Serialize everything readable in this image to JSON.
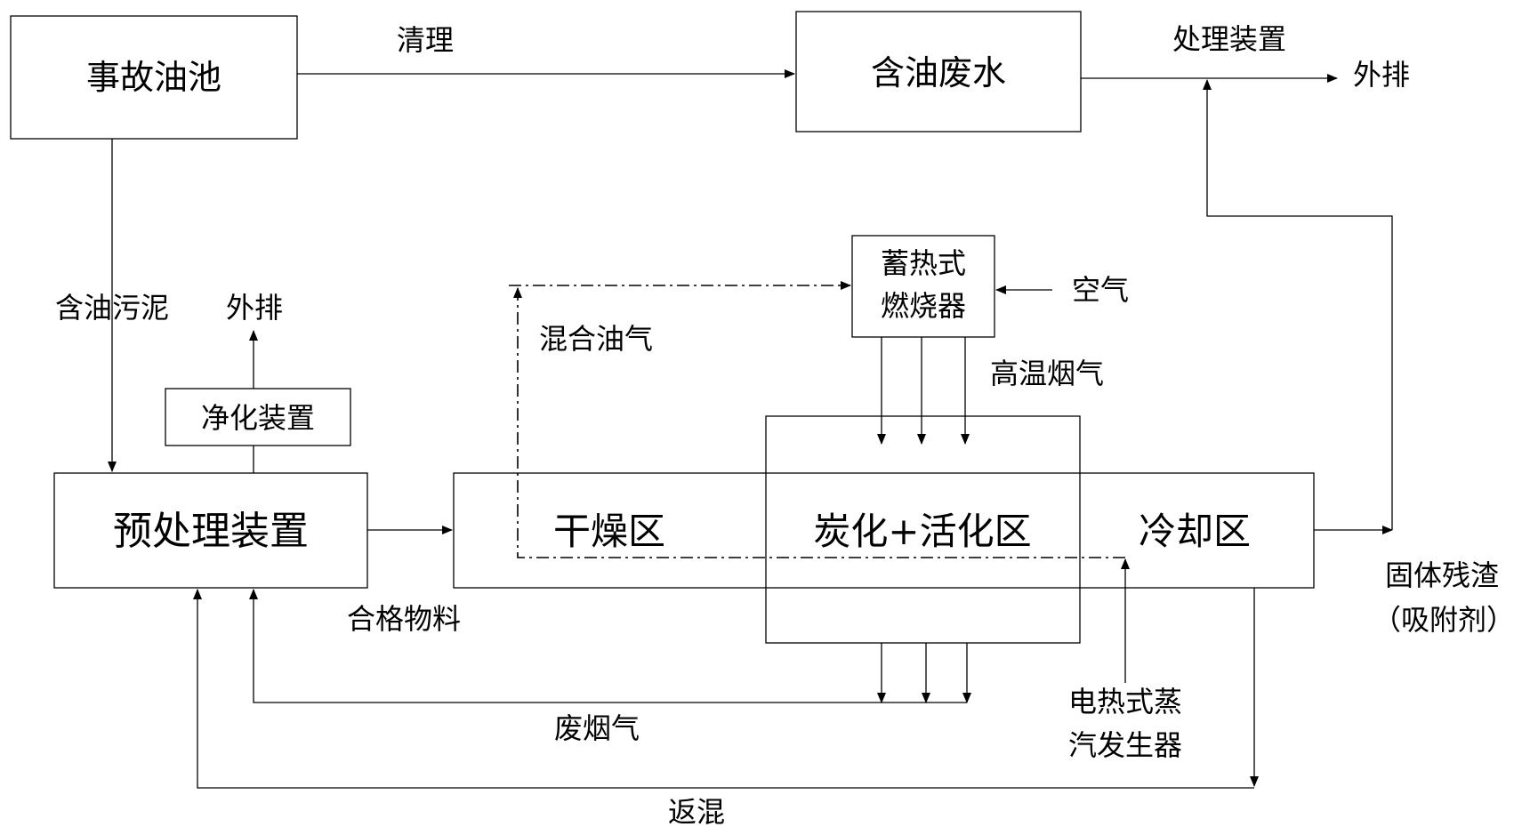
{
  "boxes": {
    "accident_pool": "事故油池",
    "oily_wastewater": "含油废水",
    "regenerative_burner_line1": "蓄热式",
    "regenerative_burner_line2": "燃烧器",
    "purification_device": "净化装置",
    "pretreatment_device": "预处理装置",
    "drying_zone": "干燥区",
    "carbonization_activation_zone": "炭化+活化区",
    "cooling_zone": "冷却区"
  },
  "labels": {
    "clean": "清理",
    "treatment_device": "处理装置",
    "discharge_top": "外排",
    "oily_sludge": "含油污泥",
    "discharge_left": "外排",
    "mixed_oil_gas": "混合油气",
    "air": "空气",
    "high_temp_flue_gas": "高温烟气",
    "qualified_material": "合格物料",
    "solid_residue": "固体残渣",
    "adsorbent": "（吸附剂）",
    "steam_generator_line1": "电热式蒸",
    "steam_generator_line2": "汽发生器",
    "waste_flue_gas": "废烟气",
    "back_mix": "返混"
  }
}
